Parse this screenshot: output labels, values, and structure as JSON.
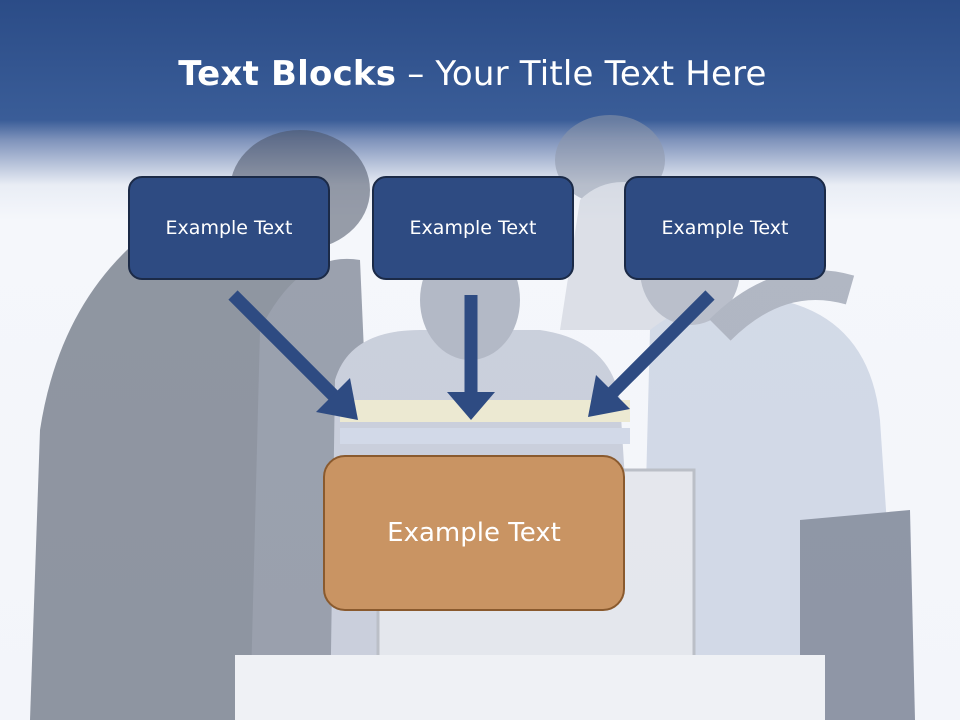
{
  "title": {
    "bold": "Text Blocks",
    "dash": " – ",
    "rest": "Your Title Text Here"
  },
  "boxes": {
    "top": [
      "Example Text",
      "Example Text",
      "Example Text"
    ],
    "bottom": "Example Text"
  },
  "colors": {
    "header": "#2b4c87",
    "top_box": "#2e4b82",
    "top_box_border": "#1b2a47",
    "bottom_box": "#c99463",
    "bottom_box_border": "#8a5a2e",
    "arrow": "#2e4b82"
  }
}
